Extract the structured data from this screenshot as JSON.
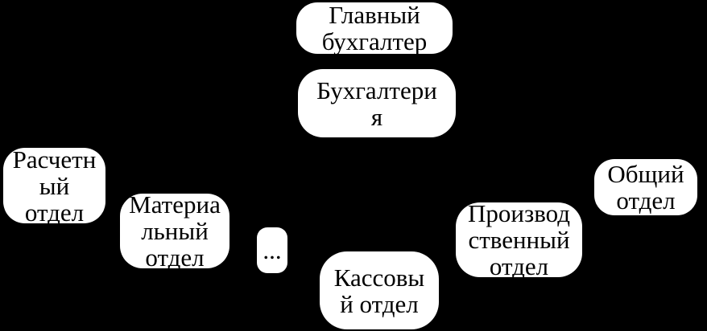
{
  "diagram": {
    "background_color": "#000000",
    "node_fill_color": "#ffffff",
    "node_text_color": "#000000",
    "nodes": [
      {
        "id": "chief-accountant",
        "label": "Главный бухгалтер",
        "lines": [
          "Главный",
          "бухгалтер"
        ]
      },
      {
        "id": "accounting",
        "label": "Бухгалтерия",
        "lines": [
          "Бухгалтери",
          "я"
        ]
      },
      {
        "id": "settlement-dept",
        "label": "Расчетный отдел",
        "lines": [
          "Расчетн",
          "ый",
          "отдел"
        ]
      },
      {
        "id": "material-dept",
        "label": "Материальный отдел",
        "lines": [
          "Материа",
          "льный",
          "отдел"
        ]
      },
      {
        "id": "ellipsis",
        "label": "...",
        "lines": [
          "..."
        ]
      },
      {
        "id": "cash-dept",
        "label": "Кассовый отдел",
        "lines": [
          "Кассовы",
          "й отдел"
        ]
      },
      {
        "id": "production-dept",
        "label": "Производственный отдел",
        "lines": [
          "Производ",
          "ственный",
          "отдел"
        ]
      },
      {
        "id": "general-dept",
        "label": "Общий отдел",
        "lines": [
          "Общий",
          "отдел"
        ]
      }
    ]
  }
}
